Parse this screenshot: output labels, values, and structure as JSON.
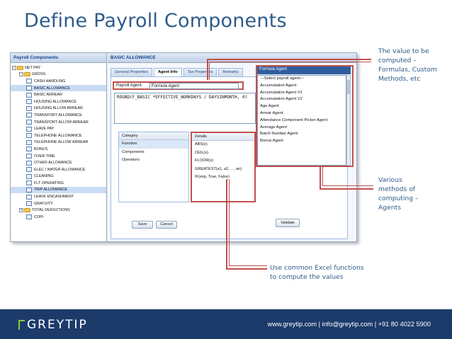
{
  "slide": {
    "title": "Define Payroll Components"
  },
  "tree_panel": {
    "header": "Payroll Components",
    "items": [
      {
        "label": "NET PAY",
        "level": 0,
        "type": "folder",
        "expander": "−"
      },
      {
        "label": "GROSS",
        "level": 1,
        "type": "folder",
        "expander": "−"
      },
      {
        "label": "CASH HANDLING",
        "level": 2,
        "type": "leaf"
      },
      {
        "label": "BASIC ALLOWANCE",
        "level": 2,
        "type": "leaf",
        "selected": true
      },
      {
        "label": "BASIC ARREAR",
        "level": 2,
        "type": "leaf"
      },
      {
        "label": "HOUSING ALLOWANCE",
        "level": 2,
        "type": "leaf"
      },
      {
        "label": "HOUSING ALLOW ARREAR",
        "level": 2,
        "type": "leaf"
      },
      {
        "label": "TRANSPORT ALLOWANCE",
        "level": 2,
        "type": "leaf"
      },
      {
        "label": "TRANSPORT ALLOW ARREAR",
        "level": 2,
        "type": "leaf"
      },
      {
        "label": "LEAVE PAY",
        "level": 2,
        "type": "leaf"
      },
      {
        "label": "TELEPHONE ALLOWANCE",
        "level": 2,
        "type": "leaf"
      },
      {
        "label": "TELEPHONE ALLOW ARREAR",
        "level": 2,
        "type": "leaf"
      },
      {
        "label": "BONUS",
        "level": 2,
        "type": "leaf"
      },
      {
        "label": "OVER TIME",
        "level": 2,
        "type": "leaf"
      },
      {
        "label": "OTHER ALLOWANCE",
        "level": 2,
        "type": "leaf"
      },
      {
        "label": "ELEC / WATER ALLOWANCE",
        "level": 2,
        "type": "leaf"
      },
      {
        "label": "CLEANING",
        "level": 2,
        "type": "leaf"
      },
      {
        "label": "FLT OPERATING",
        "level": 2,
        "type": "leaf"
      },
      {
        "label": "TRIP ALLOWANCE",
        "level": 2,
        "type": "leaf",
        "selected": true
      },
      {
        "label": "LEAVE ENCASHMENT",
        "level": 2,
        "type": "leaf"
      },
      {
        "label": "GRATUITY",
        "level": 2,
        "type": "leaf"
      },
      {
        "label": "TOTAL DEDUCTIONS",
        "level": 1,
        "type": "folder",
        "expander": "+"
      },
      {
        "label": "COPI",
        "level": 2,
        "type": "leaf"
      }
    ]
  },
  "main_panel": {
    "header": "BASIC ALLOWANCE",
    "tabs": [
      {
        "label": "General Properties",
        "active": false
      },
      {
        "label": "Agent Info",
        "active": true
      },
      {
        "label": "Tax Properties",
        "active": false
      },
      {
        "label": "Remarks",
        "active": false
      }
    ],
    "payroll_agent_label": "Payroll Agent:",
    "payroll_agent_value": "Formula Agent",
    "formula": "ROUND(F_BASIC *EFFECTIVE_WORKDAYS / DAYSINMONTH, 0)",
    "category_table": {
      "header": "Category",
      "rows": [
        "Function",
        "Components",
        "Operators"
      ]
    },
    "details_table": {
      "header": "Details",
      "rows": [
        "ABS(x)",
        "CEIL(x)",
        "FLOOR(x)",
        "GREATEST(a1, a2, ..., an)",
        "IF(exp, True, False)"
      ]
    },
    "validate_label": "Validate",
    "save_label": "Save",
    "cancel_label": "Cancel"
  },
  "agent_dropdown": {
    "selected": "Formula Agent",
    "options": [
      "---Select payroll agent---",
      "Accumulation Agent",
      "Accumulation Agent V1",
      "Accumulation Agent V2",
      "Age Agent",
      "Arrear Agent",
      "Attendance Component Picker Agent",
      "Average Agent",
      "Batch Number Agent",
      "Bonus Agent"
    ]
  },
  "callouts": {
    "formulas": [
      "The value to be",
      "computed –",
      "Formulas, Custom",
      "Methods, etc"
    ],
    "agents": [
      "Various",
      "methods of",
      "computing –",
      "Agents"
    ],
    "excel": [
      "Use common Excel functions",
      "to compute the values"
    ]
  },
  "footer": {
    "logo_text": "GREYTIP",
    "contact": "www.greytip.com | info@greytip.com | +91 80 4022 5900"
  },
  "colors": {
    "title": "#2f5c8a",
    "highlight": "#c0504d",
    "footer_bg": "#1c3b6b",
    "logo_accent": "#8cc63f"
  }
}
